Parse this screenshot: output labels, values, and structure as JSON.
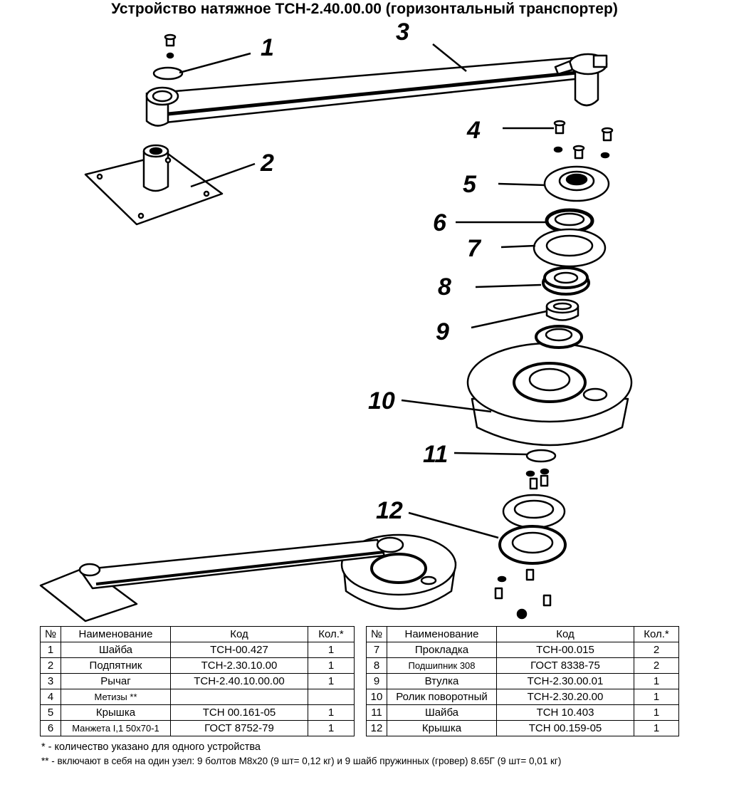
{
  "title": "Устройство натяжное ТСН-2.40.00.00 (горизонтальный транспортер)",
  "callouts": [
    "1",
    "2",
    "3",
    "4",
    "5",
    "6",
    "7",
    "8",
    "9",
    "10",
    "11",
    "12"
  ],
  "table": {
    "headers": [
      "№",
      "Наименование",
      "Код",
      "Кол.*"
    ],
    "left_rows": [
      {
        "no": "1",
        "name": "Шайба",
        "code": "ТСН-00.427",
        "qty": "1"
      },
      {
        "no": "2",
        "name": "Подпятник",
        "code": "ТСН-2.30.10.00",
        "qty": "1"
      },
      {
        "no": "3",
        "name": "Рычаг",
        "code": "ТСН-2.40.10.00.00",
        "qty": "1"
      },
      {
        "no": "4",
        "name": "Метизы **",
        "code": "",
        "qty": ""
      },
      {
        "no": "5",
        "name": "Крышка",
        "code": "ТСН 00.161-05",
        "qty": "1"
      },
      {
        "no": "6",
        "name": "Манжета I,1 50х70-1",
        "code": "ГОСТ 8752-79",
        "qty": "1"
      }
    ],
    "right_rows": [
      {
        "no": "7",
        "name": "Прокладка",
        "code": "ТСН-00.015",
        "qty": "2"
      },
      {
        "no": "8",
        "name": "Подшипник 308",
        "code": "ГОСТ 8338-75",
        "qty": "2"
      },
      {
        "no": "9",
        "name": "Втулка",
        "code": "ТСН-2.30.00.01",
        "qty": "1"
      },
      {
        "no": "10",
        "name": "Ролик поворотный",
        "code": "ТСН-2.30.20.00",
        "qty": "1"
      },
      {
        "no": "11",
        "name": "Шайба",
        "code": "ТСН 10.403",
        "qty": "1"
      },
      {
        "no": "12",
        "name": "Крышка",
        "code": "ТСН 00.159-05",
        "qty": "1"
      }
    ]
  },
  "notes": {
    "note1": "* - количество указано для одного устройства",
    "note2": "** - включают в себя на один узел: 9 болтов М8х20 (9 шт= 0,12 кг) и 9 шайб пружинных (гровер) 8.65Г (9 шт= 0,01 кг)"
  }
}
